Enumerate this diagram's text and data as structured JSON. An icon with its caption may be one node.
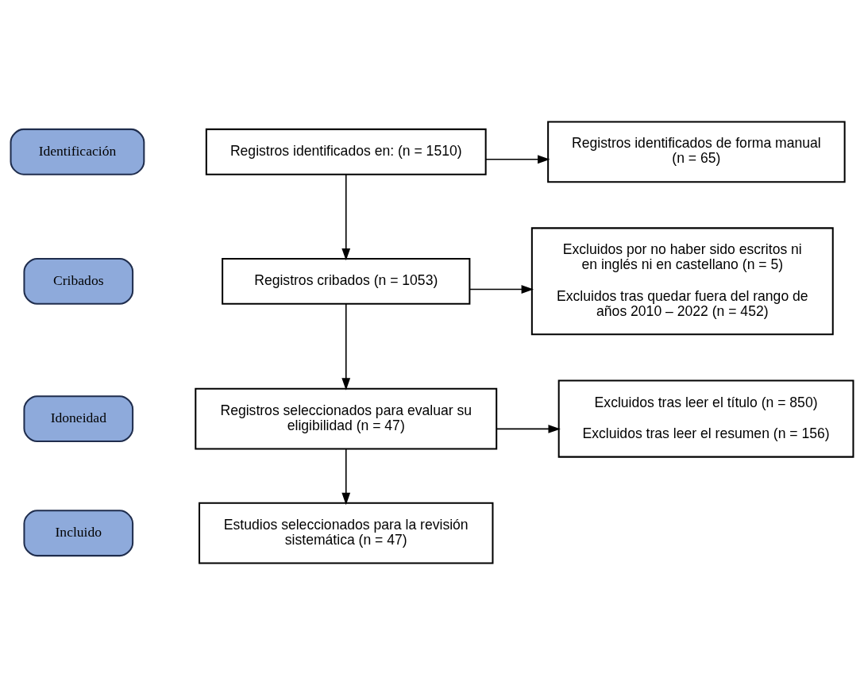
{
  "diagram": {
    "nodes": [
      {
        "text": [
          "Identificación"
        ]
      },
      {
        "text": [
          "Registros identificados en: (n = 1510)"
        ]
      },
      {
        "text": [
          "Registros identificados de forma manual (n = 65)"
        ]
      },
      {
        "text": [
          "Cribados"
        ]
      },
      {
        "text": [
          "Registros cribados (n = 1053)"
        ]
      },
      {
        "text": [
          "Excluidos por no haber sido escritos ni en inglés ni en castellano (n = 5)",
          "Excluidos tras quedar fuera del rango de años 2010 – 2022 (n = 452)"
        ]
      },
      {
        "text": [
          "Idoneidad"
        ]
      },
      {
        "text": [
          "Registros seleccionados para evaluar su eligibilidad (n = 47)"
        ]
      },
      {
        "text": [
          "Excluidos tras leer el título (n = 850)",
          "Excluidos tras leer el resumen (n = 156)"
        ]
      },
      {
        "text": [
          "Incluido"
        ]
      },
      {
        "text": [
          "Estudios seleccionados para la revisión sistemática (n = 47)"
        ]
      }
    ],
    "edges": [
      {
        "from": 1,
        "to": 2,
        "arrow": "to"
      },
      {
        "from": 1,
        "to": 4,
        "arrow": "to"
      },
      {
        "from": 4,
        "to": 5,
        "arrow": "to"
      },
      {
        "from": 4,
        "to": 7,
        "arrow": "to"
      },
      {
        "from": 7,
        "to": 8,
        "arrow": "to"
      },
      {
        "from": 7,
        "to": 10,
        "arrow": "to"
      }
    ]
  }
}
